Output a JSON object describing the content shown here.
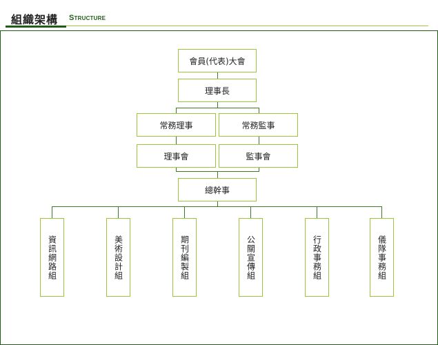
{
  "header": {
    "title_cn": "組織架構",
    "title_en": "Structure"
  },
  "org": {
    "general_assembly": "會員(代表)大會",
    "chairman": "理事長",
    "executive_director": "常務理事",
    "executive_supervisor": "常務監事",
    "board_of_directors": "理事會",
    "board_of_supervisors": "監事會",
    "secretary_general": "總幹事",
    "departments": [
      "資訊網路組",
      "美術設計組",
      "期刊編製組",
      "公關宣傳組",
      "行政事務組",
      "儀隊事務組"
    ]
  }
}
